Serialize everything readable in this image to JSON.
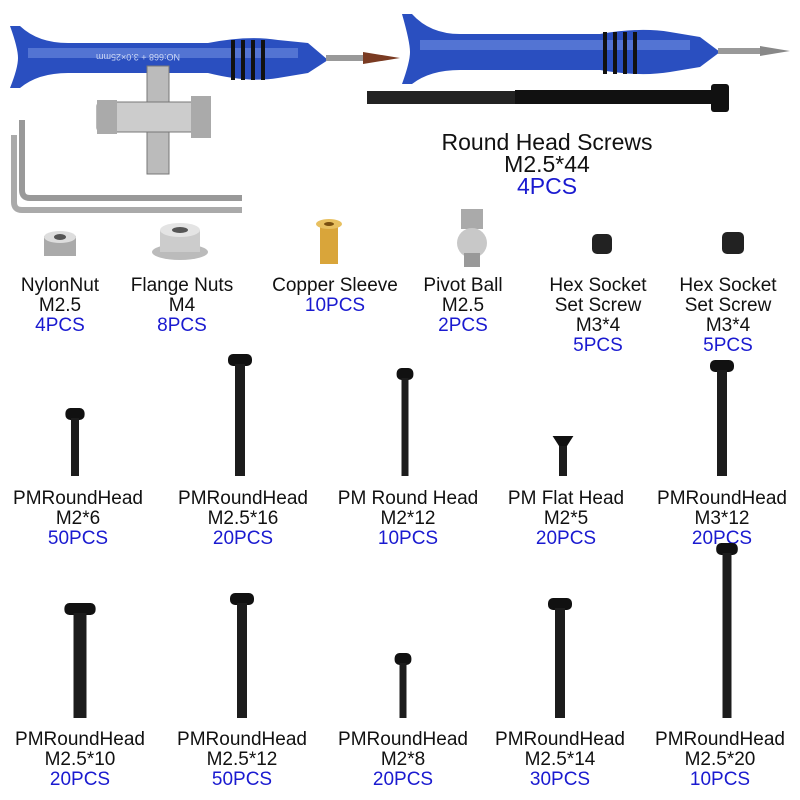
{
  "tools": {
    "screwdriver_engraving": "NO:668 + 3.0×25mm"
  },
  "featured": {
    "name": "Round Head Screws",
    "size": "M2.5*44",
    "qty": "4PCS"
  },
  "row1": [
    {
      "name": "NylonNut",
      "size": "M2.5",
      "qty": "4PCS"
    },
    {
      "name": "Flange Nuts",
      "size": "M4",
      "qty": "8PCS"
    },
    {
      "name": "Copper Sleeve",
      "size": "",
      "qty": "10PCS"
    },
    {
      "name": "Pivot Ball",
      "size": "M2.5",
      "qty": "2PCS"
    },
    {
      "name": "Hex Socket",
      "name2": "Set Screw",
      "size": "M3*4",
      "qty": "5PCS"
    },
    {
      "name": "Hex Socket",
      "name2": "Set Screw",
      "size": "M3*4",
      "qty": "5PCS"
    }
  ],
  "row2": [
    {
      "name": "PMRoundHead",
      "size": "M2*6",
      "qty": "50PCS"
    },
    {
      "name": "PMRoundHead",
      "size": "M2.5*16",
      "qty": "20PCS"
    },
    {
      "name": "PM Round Head",
      "size": "M2*12",
      "qty": "10PCS"
    },
    {
      "name": "PM Flat Head",
      "size": "M2*5",
      "qty": "20PCS"
    },
    {
      "name": "PMRoundHead",
      "size": "M3*12",
      "qty": "20PCS"
    }
  ],
  "row3": [
    {
      "name": "PMRoundHead",
      "size": "M2.5*10",
      "qty": "20PCS"
    },
    {
      "name": "PMRoundHead",
      "size": "M2.5*12",
      "qty": "50PCS"
    },
    {
      "name": "PMRoundHead",
      "size": "M2*8",
      "qty": "20PCS"
    },
    {
      "name": "PMRoundHead",
      "size": "M2.5*14",
      "qty": "30PCS"
    },
    {
      "name": "PMRoundHead",
      "size": "M2.5*20",
      "qty": "10PCS"
    }
  ],
  "colors": {
    "qty": "#1a1ad0",
    "handle": "#2a4fc0"
  }
}
